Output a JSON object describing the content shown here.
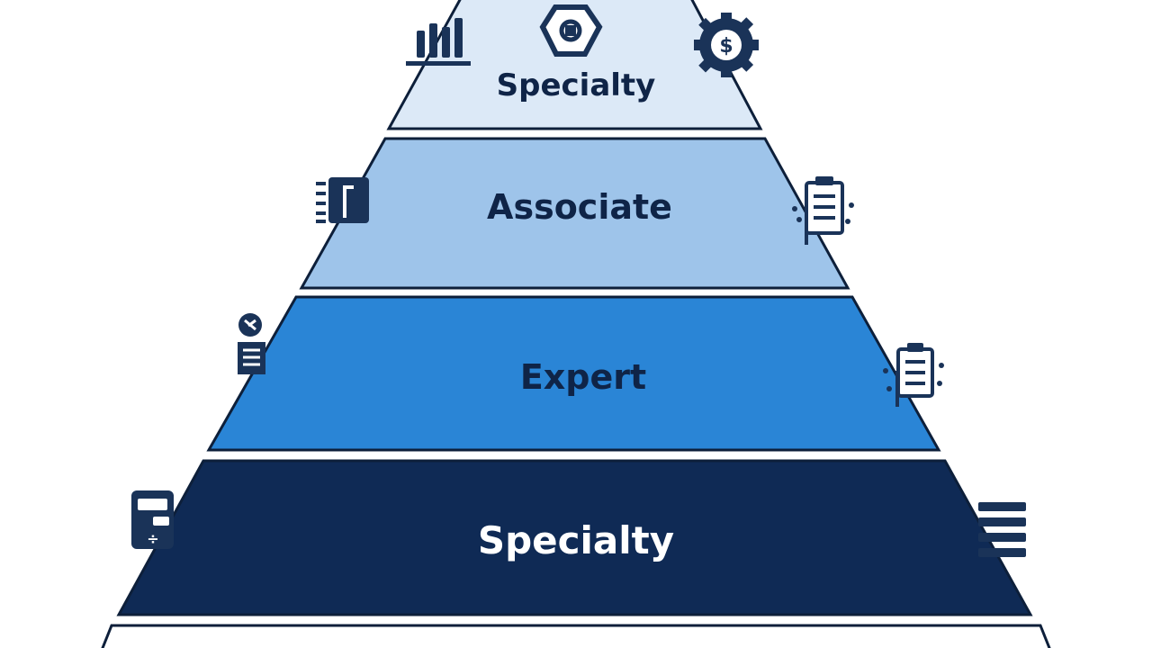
{
  "pyramid": {
    "tiers": [
      {
        "label": "Specialty",
        "fill": "#dce9f7",
        "text_color": "#0f2447"
      },
      {
        "label": "Associate",
        "fill": "#9ec4ea",
        "text_color": "#0f2447"
      },
      {
        "label": "Expert",
        "fill": "#2a85d6",
        "text_color": "#0f2447"
      },
      {
        "label": "Specialty",
        "fill": "#0f2a55",
        "text_color": "#ffffff"
      },
      {
        "label": "",
        "fill": "#ffffff",
        "text_color": "#0f2447"
      }
    ],
    "outline_color": "#0d1f3a"
  },
  "icons": [
    "bar-chart-icon",
    "shield-badge-icon",
    "gear-dollar-icon",
    "notebook-icon",
    "clipboard-icon",
    "stopwatch-document-icon",
    "clipboard-checklist-icon",
    "calculator-icon",
    "stacked-lines-icon"
  ]
}
